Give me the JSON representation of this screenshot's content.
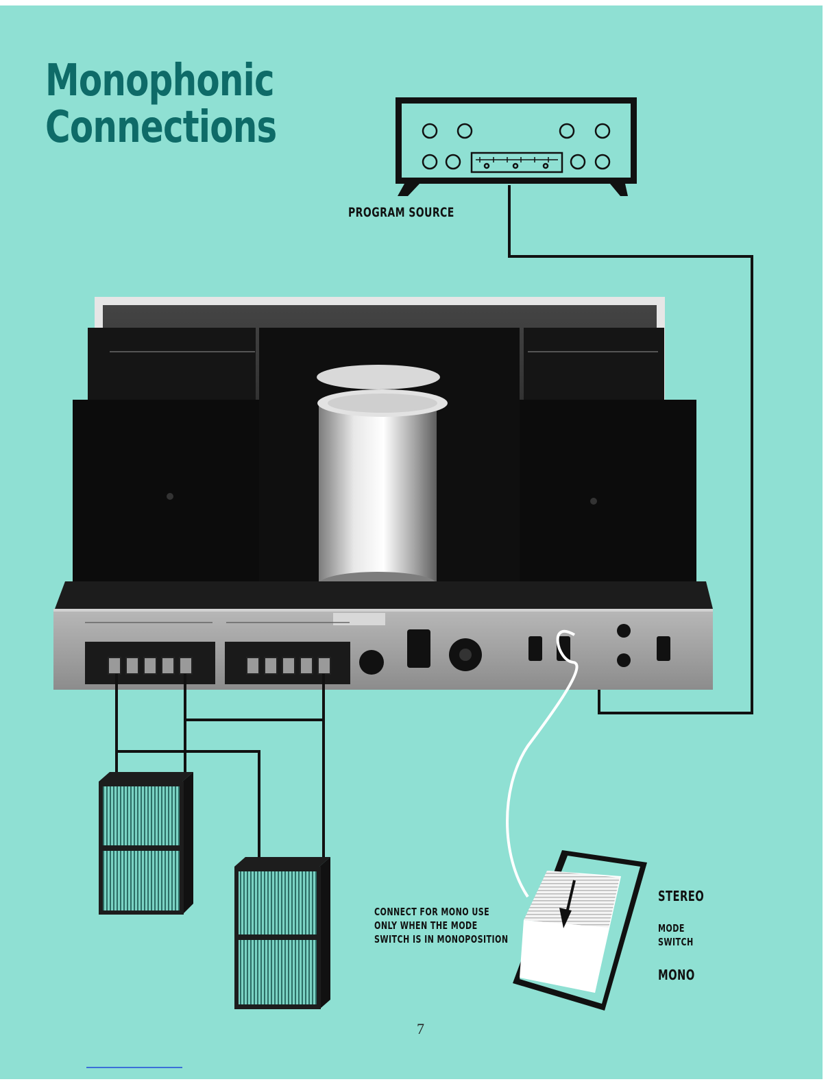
{
  "title_line1": "Monophonic",
  "title_line2": "Connections",
  "labels": {
    "program_source": "PROGRAM SOURCE",
    "note_line1": "CONNECT FOR MONO USE",
    "note_line2": "ONLY WHEN THE MODE",
    "note_line3": "SWITCH IS IN MONOPOSITION",
    "stereo": "STEREO",
    "mode_line1": "MODE",
    "mode_line2": "SWITCH",
    "mono": "MONO"
  },
  "page_number": "7",
  "colors": {
    "background": "#8fe0d3",
    "title": "#0e6b68",
    "wire": "#111111",
    "speaker": "#6fcfbf"
  }
}
